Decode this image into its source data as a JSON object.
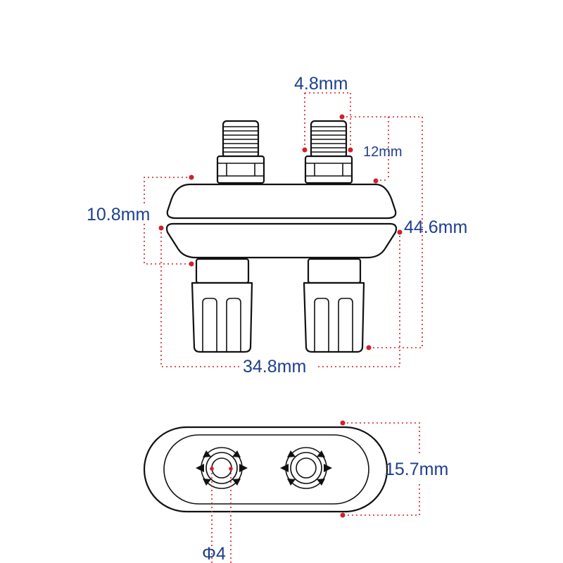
{
  "diagram": {
    "colors": {
      "dimension_text": "#1d3f8f",
      "dimension_line": "#d0202a",
      "outline": "#111111"
    },
    "dimensions": {
      "stem_diameter": "4.8mm",
      "stem_height": "12mm",
      "body_height": "10.8mm",
      "total_height": "44.6mm",
      "total_width": "34.8mm",
      "base_depth": "15.7mm",
      "hole_diameter": "Φ4"
    }
  }
}
